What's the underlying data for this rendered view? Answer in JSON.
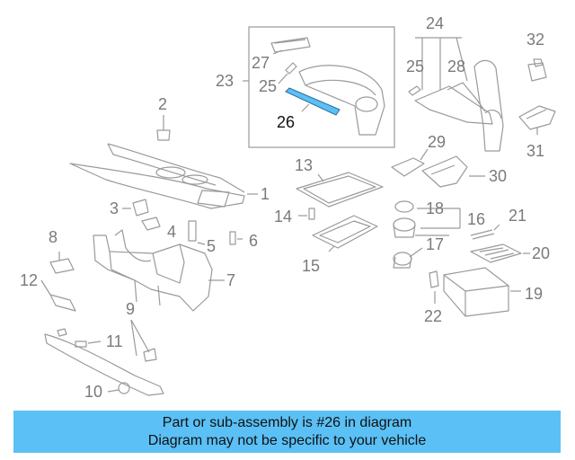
{
  "callouts": {
    "c1": "1",
    "c2": "2",
    "c3": "3",
    "c4": "4",
    "c5": "5",
    "c6": "6",
    "c7": "7",
    "c8": "8",
    "c9": "9",
    "c10": "10",
    "c11": "11",
    "c12": "12",
    "c13": "13",
    "c14": "14",
    "c15": "15",
    "c16": "16",
    "c17": "17",
    "c18": "18",
    "c19": "19",
    "c20": "20",
    "c21": "21",
    "c22": "22",
    "c23": "23",
    "c24": "24",
    "c25a": "25",
    "c25b": "25",
    "c26": "26",
    "c27": "27",
    "c28": "28",
    "c29": "29",
    "c30": "30",
    "c31": "31",
    "c32": "32"
  },
  "highlight_part": "26",
  "caption": {
    "line1": "Part or sub-assembly is #26 in diagram",
    "line2": "Diagram may not be specific to your vehicle"
  },
  "colors": {
    "caption_bg": "#5bc0f5",
    "highlight_part": "#5bc0f5",
    "line_art": "#9a9a9a",
    "label_text": "#7a7a7a"
  }
}
